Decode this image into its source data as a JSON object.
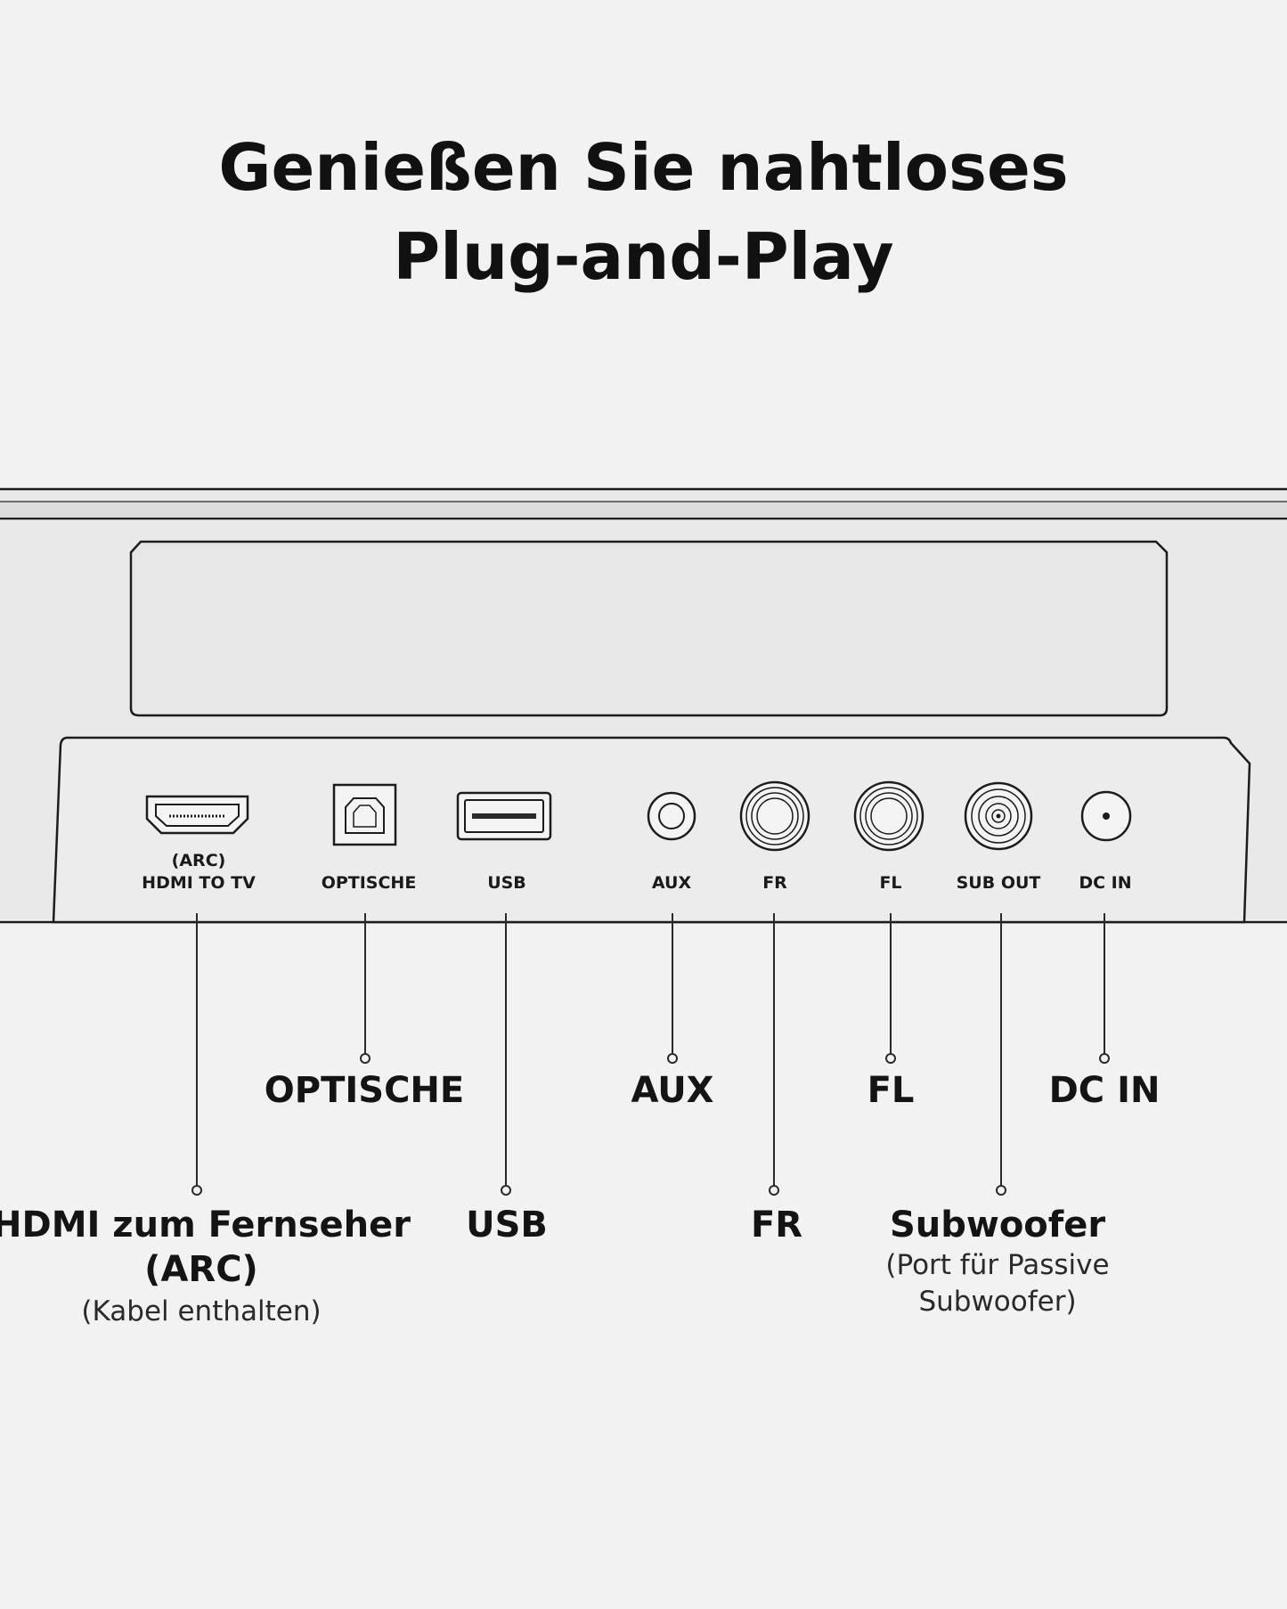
{
  "header": {
    "title_line_1": "Genießen Sie nahtloses",
    "title_line_2": "Plug-and-Play"
  },
  "panel_ports": {
    "hdmi_line_1": "(ARC)",
    "hdmi_line_2": "HDMI TO TV",
    "optical": "OPTISCHE",
    "usb": "USB",
    "aux": "AUX",
    "fr": "FR",
    "fl": "FL",
    "sub_out": "SUB OUT",
    "dc_in": "DC IN"
  },
  "callouts": {
    "optical": "OPTISCHE",
    "aux": "AUX",
    "fl": "FL",
    "dc_in": "DC IN",
    "hdmi_line_1": "HDMI zum Fernseher",
    "hdmi_line_2": "(ARC)",
    "hdmi_note": "(Kabel enthalten)",
    "usb": "USB",
    "fr": "FR",
    "subwoofer": "Subwoofer",
    "subwoofer_note_line_1": "(Port für Passive",
    "subwoofer_note_line_2": "Subwoofer)"
  }
}
